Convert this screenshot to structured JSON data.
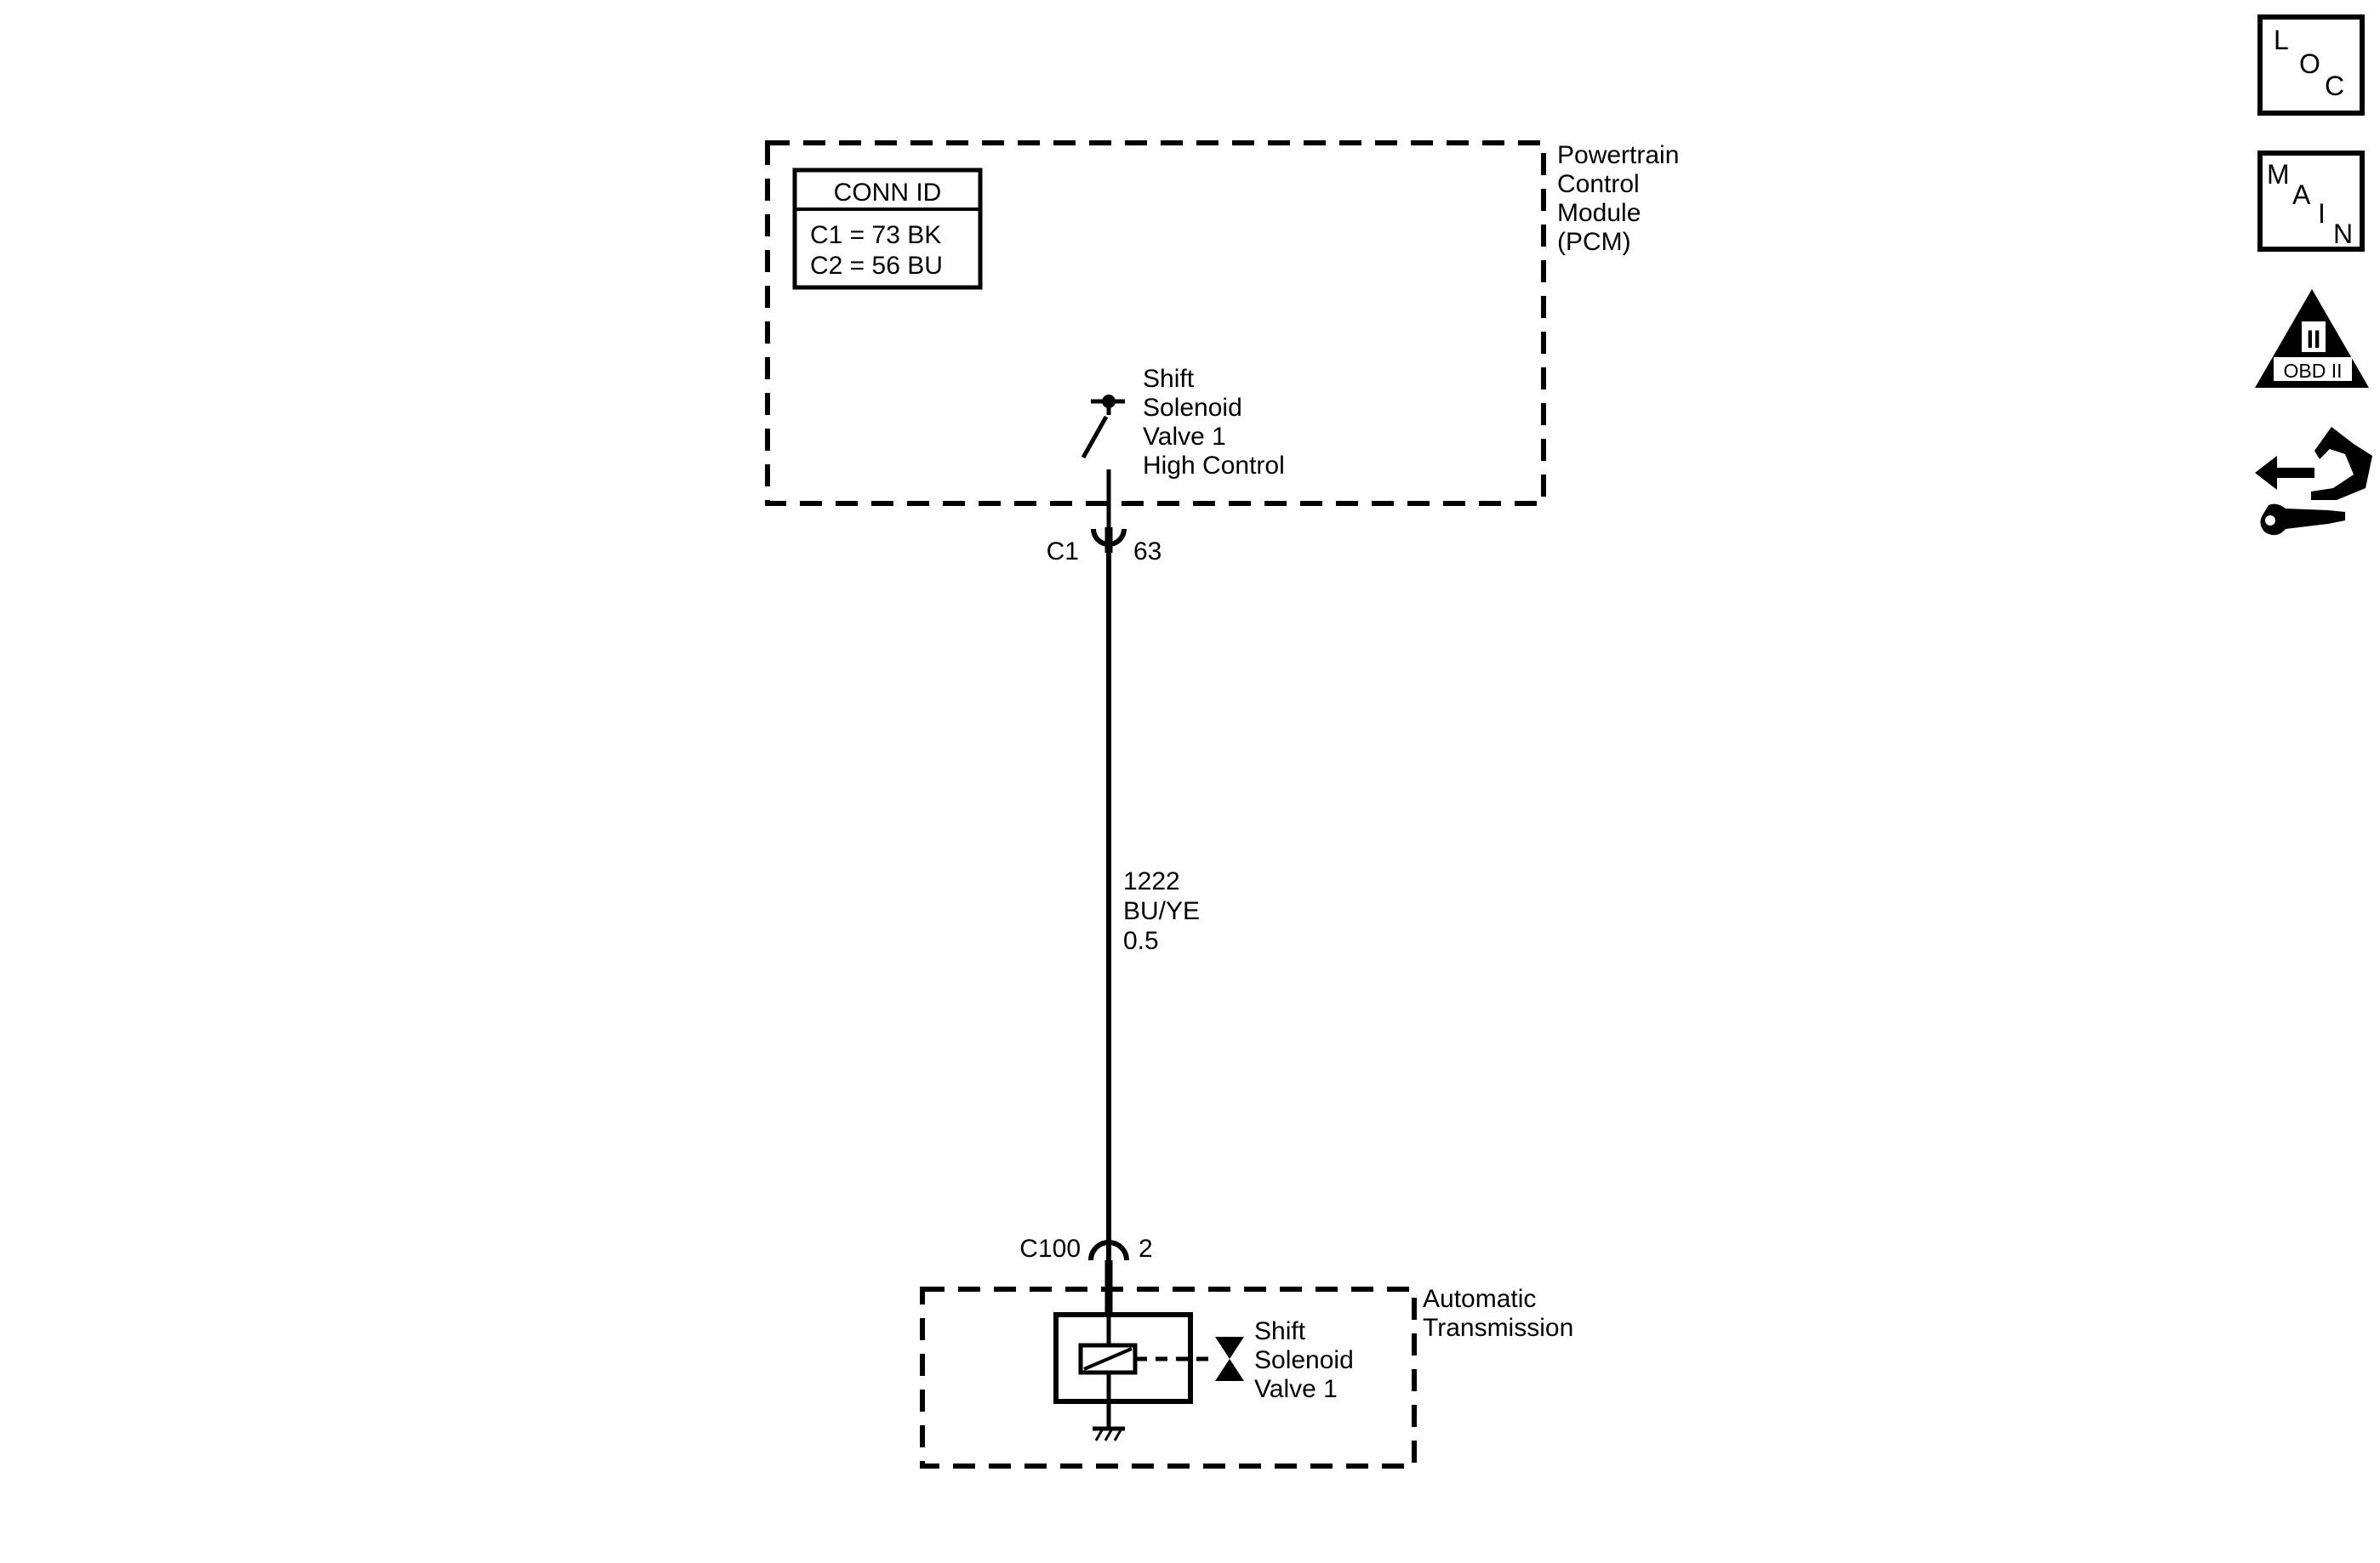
{
  "pcm": {
    "name_lines": [
      "Powertrain",
      "Control",
      "Module",
      "(PCM)"
    ],
    "conn_id": {
      "title": "CONN ID",
      "rows": [
        "C1 = 73 BK",
        "C2 = 56 BU"
      ]
    },
    "switch_label_lines": [
      "Shift",
      "Solenoid",
      "Valve 1",
      "High Control"
    ]
  },
  "connector_top": {
    "id": "C1",
    "pin": "63"
  },
  "wire": {
    "circuit": "1222",
    "color": "BU/YE",
    "gauge": "0.5"
  },
  "connector_bottom": {
    "id": "C100",
    "pin": "2"
  },
  "transmission": {
    "name_lines": [
      "Automatic",
      "Transmission"
    ],
    "solenoid_label_lines": [
      "Shift",
      "Solenoid",
      "Valve 1"
    ]
  },
  "side_nav": {
    "loc": {
      "letters": [
        "L",
        "O",
        "C"
      ]
    },
    "main": {
      "letters": [
        "M",
        "A",
        "I",
        "N"
      ]
    },
    "obd": {
      "numeral": "II",
      "label": "OBD II"
    },
    "connector_icon": "connector-wrench-icon"
  }
}
